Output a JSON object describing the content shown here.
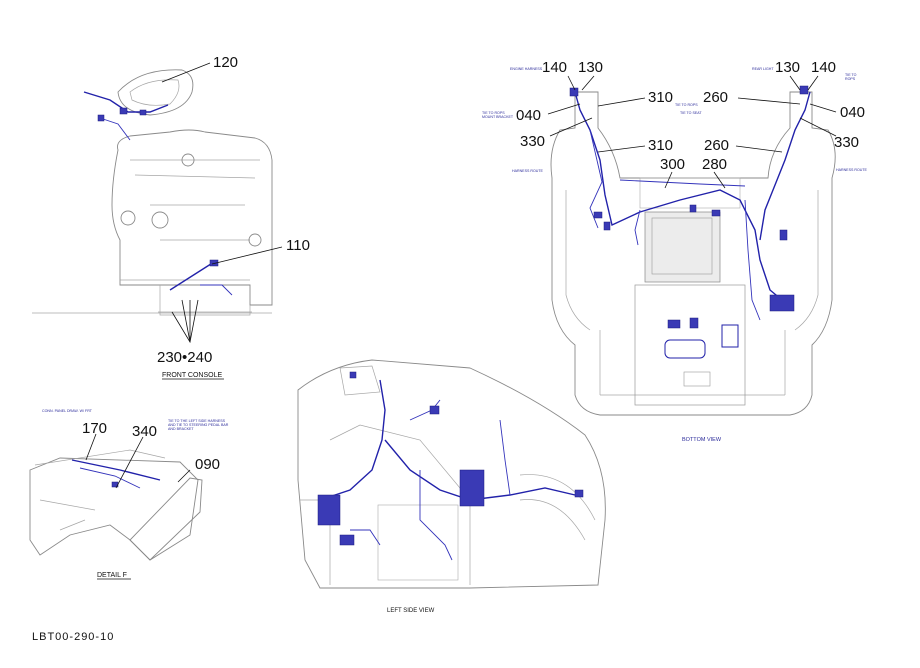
{
  "diagram_ref": "LBT00-290-10",
  "views": {
    "front_console": {
      "caption": "FRONT CONSOLE"
    },
    "bottom_view": {
      "caption": "BOTTOM VIEW"
    },
    "detail_f": {
      "caption": "DETAIL F"
    },
    "left_side_view": {
      "caption": "LEFT SIDE VIEW"
    }
  },
  "callouts": {
    "c120": "120",
    "c110": "110",
    "c230_240": "230•240",
    "c140_left": "140",
    "c130_left": "130",
    "c310_top": "310",
    "c040_left": "040",
    "c330_left": "330",
    "c310_mid": "310",
    "c300": "300",
    "c280": "280",
    "c260_top": "260",
    "c260_mid": "260",
    "c130_right": "130",
    "c140_right": "140",
    "c040_right": "040",
    "c330_right": "330",
    "c170": "170",
    "c340": "340",
    "c090": "090"
  }
}
